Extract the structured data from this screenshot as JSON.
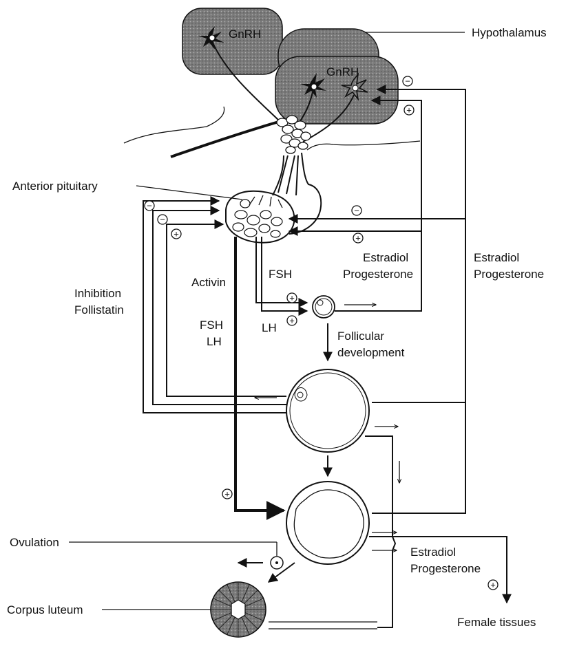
{
  "labels": {
    "hypothalamus": "Hypothalamus",
    "gnrh_1": "GnRH",
    "gnrh_2": "GnRH",
    "anterior_pituitary": "Anterior pituitary",
    "activin": "Activin",
    "inhibition": "Inhibition",
    "follistatin": "Follistatin",
    "fsh_upper": "FSH",
    "lh_upper": "LH",
    "fsh_lower": "FSH",
    "lh_lower": "LH",
    "estradiol_inner": "Estradiol",
    "progesterone_inner": "Progesterone",
    "estradiol_outer": "Estradiol",
    "progesterone_outer": "Progesterone",
    "follicular": "Follicular",
    "development": "development",
    "ovulation": "Ovulation",
    "corpus_luteum": "Corpus luteum",
    "estradiol_bottom": "Estradiol",
    "progesterone_bottom": "Progesterone",
    "female_tissues": "Female tissues"
  },
  "signs": {
    "plus": "+",
    "minus": "−"
  },
  "colors": {
    "line": "#111111",
    "shading": "#6e6e6e",
    "shading_dark": "#4a4a4a"
  }
}
